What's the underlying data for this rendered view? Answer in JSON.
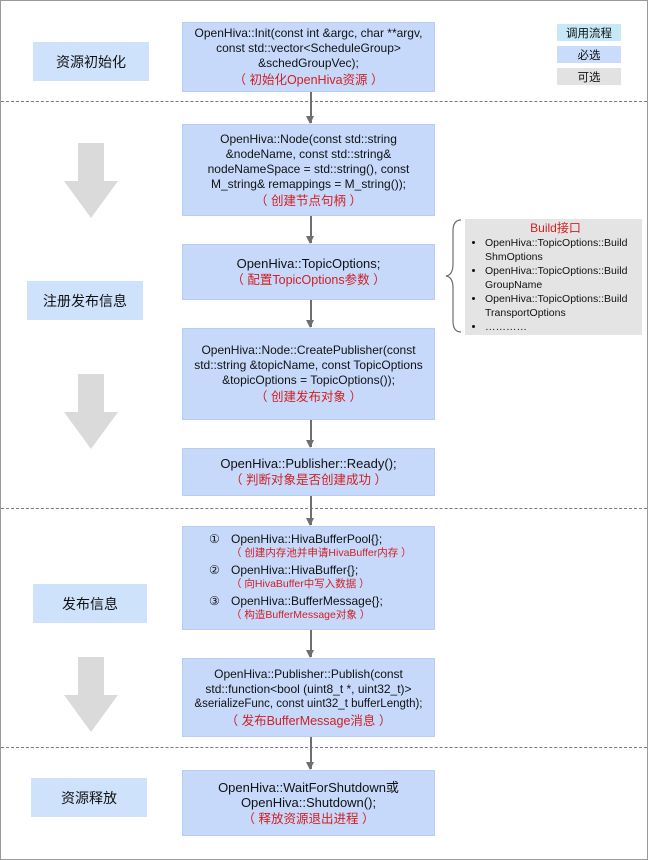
{
  "legend": {
    "flow": "调用流程",
    "required": "必选",
    "optional": "可选",
    "colors": {
      "flow": "#c6e8f7",
      "required": "#c9dcfb",
      "optional": "#e2e2e2"
    }
  },
  "stages": {
    "init": "资源初始化",
    "register": "注册发布信息",
    "publish": "发布信息",
    "release": "资源释放"
  },
  "steps": {
    "init": {
      "line1": "OpenHiva::Init(const int &argc, char **argv,",
      "line2": "const std::vector<ScheduleGroup>",
      "line3": "&schedGroupVec);",
      "note": "（ 初始化OpenHiva资源 ）"
    },
    "node": {
      "line1": "OpenHiva::Node(const std::string",
      "line2": "&nodeName, const std::string&",
      "line3": "nodeNameSpace = std::string(), const",
      "line4": "M_string& remappings = M_string());",
      "note": "（ 创建节点句柄 ）"
    },
    "topic_options": {
      "line1": "OpenHiva::TopicOptions;",
      "note": "（ 配置TopicOptions参数 ）"
    },
    "create_publisher": {
      "line1": "OpenHiva::Node::CreatePublisher(const",
      "line2": "std::string &topicName, const TopicOptions",
      "line3": "&topicOptions = TopicOptions());",
      "note": "（ 创建发布对象 ）"
    },
    "ready": {
      "line1": "OpenHiva::Publisher::Ready();",
      "note": "（ 判断对象是否创建成功 ）"
    },
    "buffers": {
      "items": [
        {
          "num": "①",
          "text": "OpenHiva::HivaBufferPool{};",
          "note": "（ 创建内存池并申请HivaBuffer内存 ）"
        },
        {
          "num": "②",
          "text": "OpenHiva::HivaBuffer{};",
          "note": "（ 向HivaBuffer中写入数据 ）"
        },
        {
          "num": "③",
          "text": "OpenHiva::BufferMessage{};",
          "note": "（ 构造BufferMessage对象 ）"
        }
      ]
    },
    "publish": {
      "line1": "OpenHiva::Publisher::Publish(const",
      "line2": "std::function<bool (uint8_t *, uint32_t)>",
      "line3": "&serializeFunc, const uint32_t bufferLength);",
      "note": "（ 发布BufferMessage消息 ）"
    },
    "shutdown": {
      "line1": "OpenHiva::WaitForShutdown或",
      "line2": "OpenHiva::Shutdown();",
      "note": "（ 释放资源退出进程 ）"
    }
  },
  "build_interface": {
    "title": "Build接口",
    "items": [
      "OpenHiva::TopicOptions::Build ShmOptions",
      "OpenHiva::TopicOptions::Build GroupName",
      "OpenHiva::TopicOptions::Build TransportOptions",
      "…………"
    ]
  }
}
